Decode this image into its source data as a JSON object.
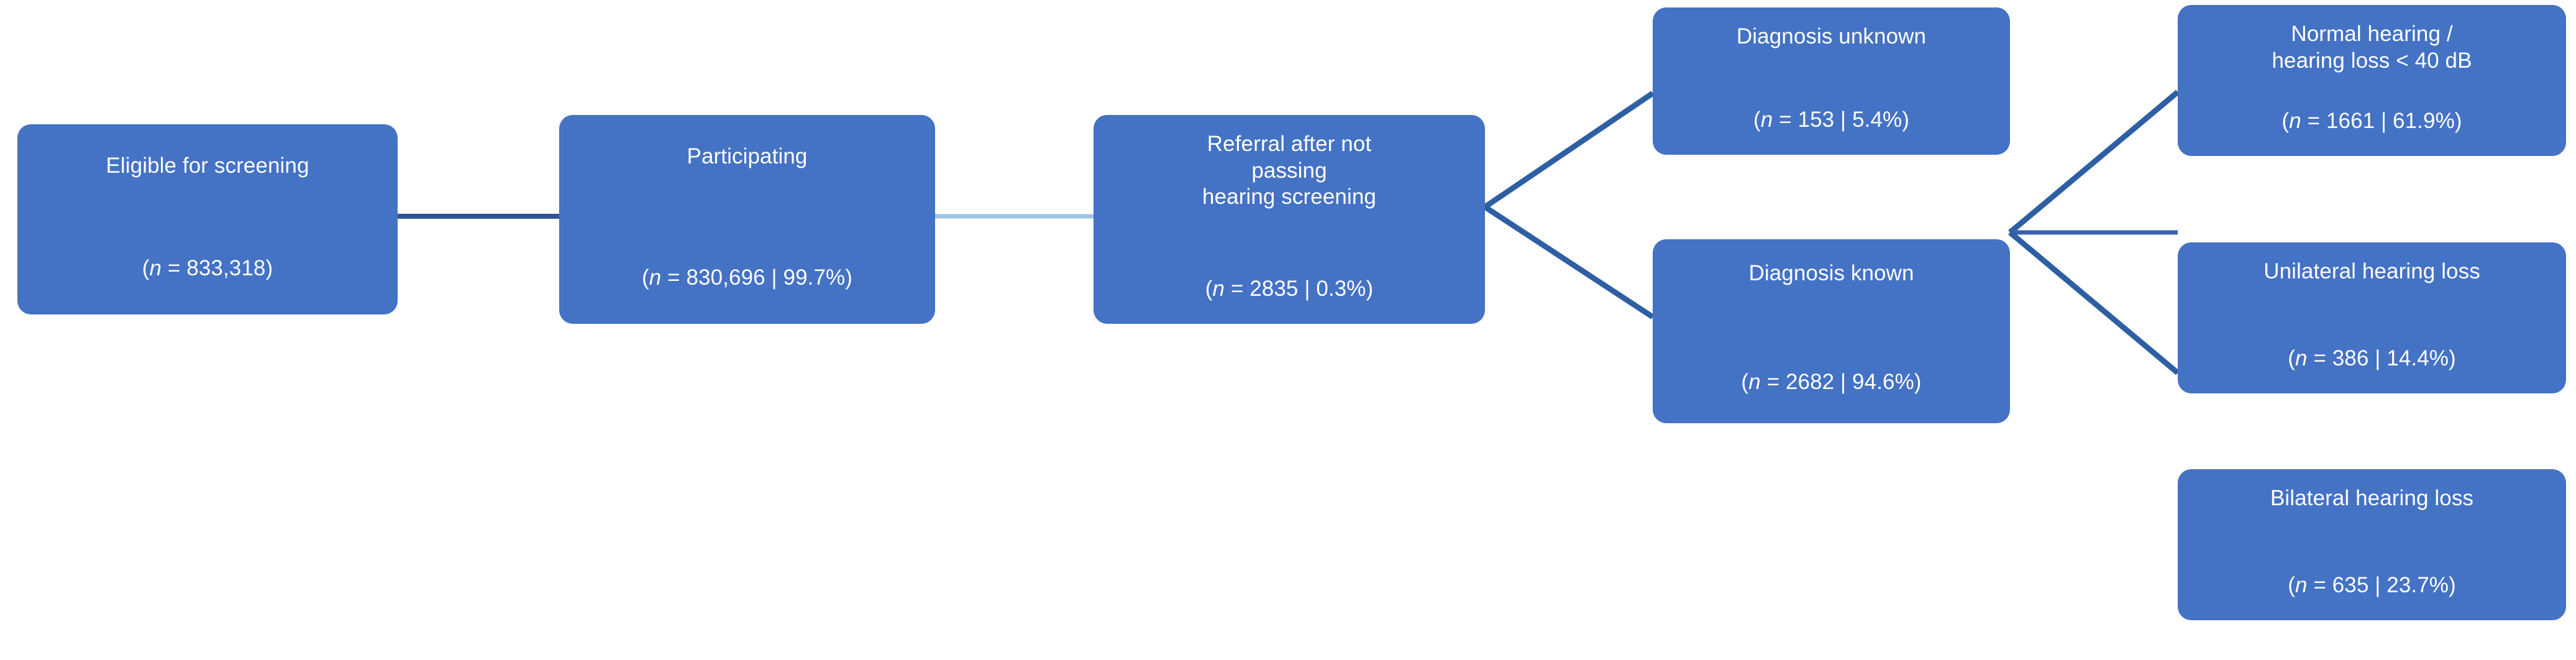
{
  "diagram": {
    "type": "flowchart",
    "orientation": "left-to-right",
    "colors": {
      "node_fill": "#4472C4",
      "node_text": "#FFFFFF",
      "connector_dark": "#2F5597",
      "connector_light": "#9DC3E6",
      "branch_line": "#2E5FA3",
      "background": "#FFFFFF"
    },
    "nodes": [
      {
        "id": "eligible",
        "title": "Eligible for screening",
        "stat": "(n = 833,318)",
        "n": 833318,
        "percent": null
      },
      {
        "id": "participating",
        "title": "Participating",
        "stat": "(n = 830,696 | 99.7%)",
        "n": 830696,
        "percent": 99.7
      },
      {
        "id": "referral",
        "title": "Referral  after not\npassing\nhearing screening",
        "stat": "(n = 2835 | 0.3%)",
        "n": 2835,
        "percent": 0.3
      },
      {
        "id": "diagnosis_unknown",
        "title": "Diagnosis unknown",
        "stat": "(n = 153 | 5.4%)",
        "n": 153,
        "percent": 5.4
      },
      {
        "id": "diagnosis_known",
        "title": "Diagnosis known",
        "stat": "(n = 2682 | 94.6%)",
        "n": 2682,
        "percent": 94.6
      },
      {
        "id": "normal_hearing",
        "title": "Normal hearing /\nhearing loss < 40 dB",
        "stat": "(n = 1661 | 61.9%)",
        "n": 1661,
        "percent": 61.9
      },
      {
        "id": "unilateral",
        "title": "Unilateral hearing loss",
        "stat": "(n = 386 | 14.4%)",
        "n": 386,
        "percent": 14.4
      },
      {
        "id": "bilateral",
        "title": "Bilateral hearing loss",
        "stat": "(n = 635 | 23.7%)",
        "n": 635,
        "percent": 23.7
      }
    ],
    "edges": [
      {
        "from": "eligible",
        "to": "participating",
        "style": "straight-dark"
      },
      {
        "from": "participating",
        "to": "referral",
        "style": "straight-light"
      },
      {
        "from": "referral",
        "to": "diagnosis_unknown",
        "style": "branch-up"
      },
      {
        "from": "referral",
        "to": "diagnosis_known",
        "style": "branch-down"
      },
      {
        "from": "diagnosis_known",
        "to": "normal_hearing",
        "style": "branch-up"
      },
      {
        "from": "diagnosis_known",
        "to": "unilateral",
        "style": "branch-straight"
      },
      {
        "from": "diagnosis_known",
        "to": "bilateral",
        "style": "branch-down"
      }
    ]
  }
}
